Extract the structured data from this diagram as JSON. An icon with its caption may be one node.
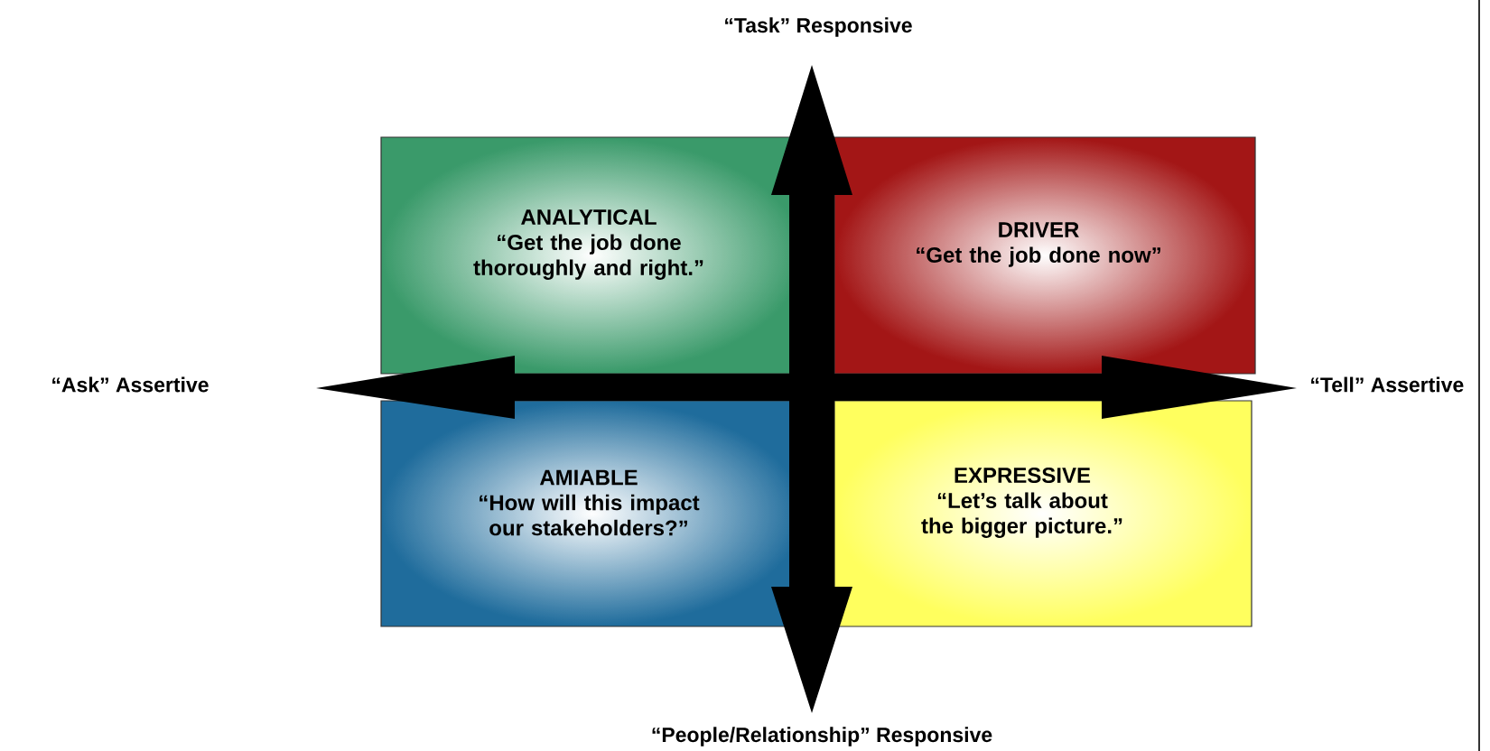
{
  "diagram": {
    "nodes": [
      {
        "text": [
          "ANALYTICAL",
          "“Get the job done thoroughly and right.”"
        ]
      },
      {
        "text": [
          "DRIVER",
          "“Get the job done now”"
        ]
      },
      {
        "text": [
          "AMIABLE",
          "“How will this impact our stakeholders?”"
        ]
      },
      {
        "text": [
          "EXPRESSIVE",
          "“Let’s talk about the bigger picture.”"
        ]
      }
    ],
    "labels": [
      "“Task” Responsive",
      "“Ask” Assertive",
      "“Tell” Assertive",
      "“People/Relationship” Responsive"
    ]
  }
}
